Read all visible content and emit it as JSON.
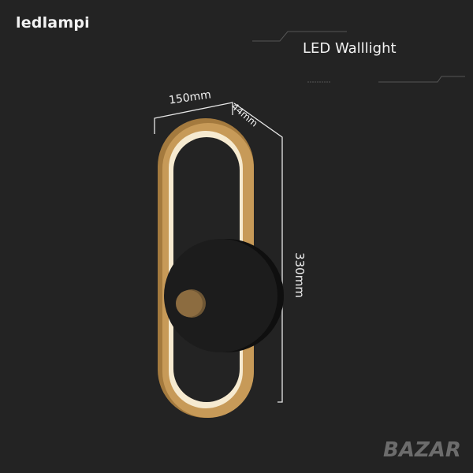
{
  "brand": "ledlampi",
  "title": "LED Walllight",
  "dimensions": {
    "width": "150mm",
    "depth": "44mm",
    "height": "330mm"
  },
  "watermark": "BAZAR",
  "colors": {
    "background": "#232323",
    "gold": "#b98d4c",
    "glow": "#fff4dc",
    "disc": "#151515"
  }
}
